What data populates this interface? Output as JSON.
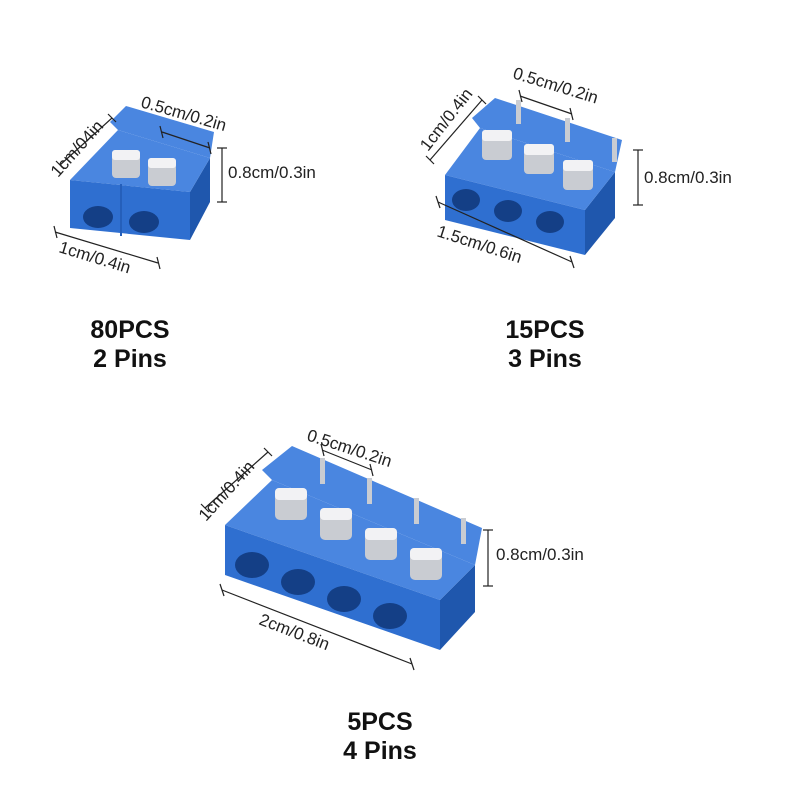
{
  "colors": {
    "housing_top": "#4a86e0",
    "housing_front": "#2f6fd0",
    "housing_side": "#1f57ad",
    "hole": "#143f86",
    "metal": "#c9ccd2",
    "dim_line": "#222222"
  },
  "blocks": [
    {
      "quantity": "80PCS",
      "pins": "2 Pins",
      "dims": {
        "depth": "1cm/04in",
        "pitch": "0.5cm/0.2in",
        "height": "0.8cm/0.3in",
        "width": "1cm/0.4in"
      }
    },
    {
      "quantity": "15PCS",
      "pins": "3 Pins",
      "dims": {
        "depth": "1cm/0.4in",
        "pitch": "0.5cm/0.2in",
        "height": "0.8cm/0.3in",
        "width": "1.5cm/0.6in"
      }
    },
    {
      "quantity": "5PCS",
      "pins": "4 Pins",
      "dims": {
        "depth": "1cm/0.4in",
        "pitch": "0.5cm/0.2in",
        "height": "0.8cm/0.3in",
        "width": "2cm/0.8in"
      }
    }
  ]
}
